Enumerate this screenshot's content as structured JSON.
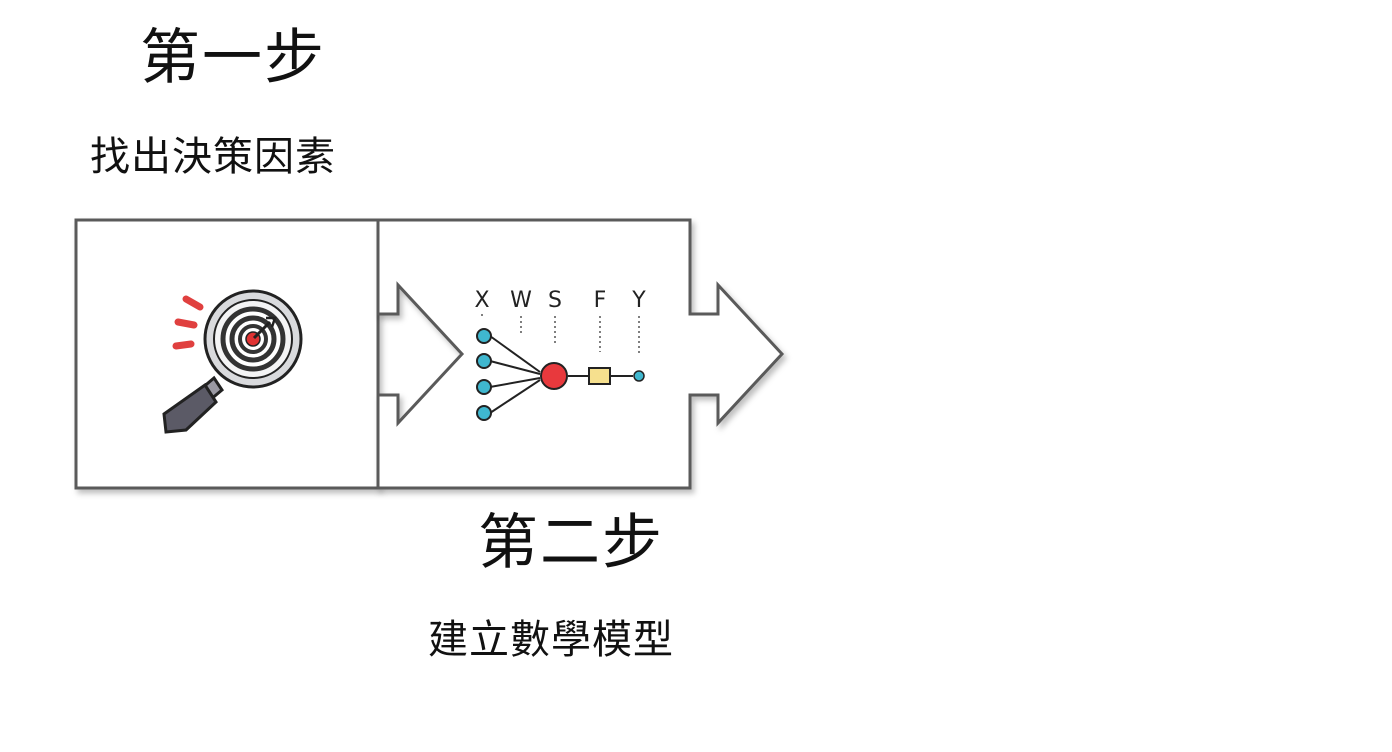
{
  "steps": [
    {
      "title": "第一步",
      "subtitle": "找出決策因素",
      "icon": "magnifier-target-icon"
    },
    {
      "title": "第二步",
      "subtitle": "建立數學模型",
      "icon": "model-network-icon"
    }
  ],
  "model_labels": [
    "X",
    "W",
    "S",
    "F",
    "Y"
  ],
  "colors": {
    "frame": "#5a5a5a",
    "input_node": "#3fb7cf",
    "sum_node": "#e8393d",
    "function_box": "#f6e08e",
    "target_red": "#e03333",
    "handle": "#5b5a66"
  }
}
